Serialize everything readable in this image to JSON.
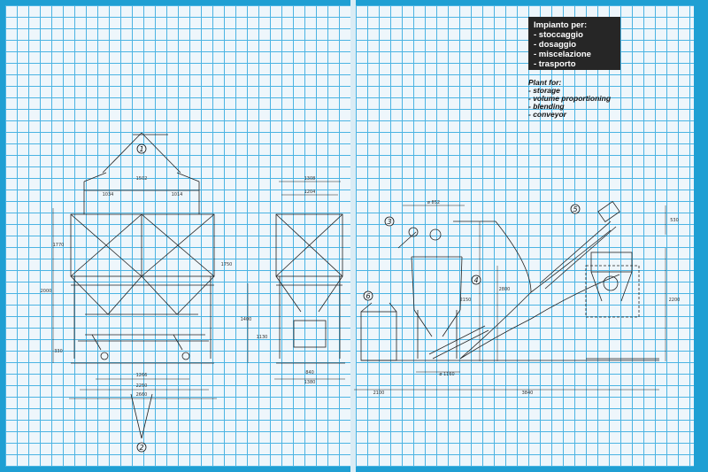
{
  "italian_heading": {
    "title": "Impianto per:",
    "items": [
      "- stoccaggio",
      "- dosaggio",
      "- miscelazione",
      "- trasporto"
    ]
  },
  "english_heading": {
    "title": "Plant for:",
    "items": [
      "- storage",
      "- volume proportioning",
      "- blending",
      "- conveyor"
    ]
  },
  "callouts": [
    "1",
    "2",
    "3",
    "4",
    "5",
    "6"
  ],
  "dimensions": {
    "left_width_top": "1502",
    "left_half_a": "1034",
    "left_half_b": "1014",
    "left_bottom_inner": "1266",
    "left_bottom_mid": "2250",
    "left_bottom_total": "2660",
    "left_height_a": "1770",
    "left_height_b": "2000",
    "left_height_c": "330",
    "left_height_right": "1750",
    "mid_width_top": "1308",
    "mid_width_a": "1204",
    "mid_height_a": "1400",
    "mid_height_b": "1130",
    "mid_bottom_a": "840",
    "mid_bottom_b": "1380",
    "right_diameter_top": "ø 852",
    "right_height_a": "2150",
    "right_height_b": "2800",
    "right_diameter_bottom": "ø 1160",
    "right_bottom_a": "2100",
    "right_bottom_b": "3840",
    "right_height_right": "2200",
    "right_top_small": "530"
  }
}
